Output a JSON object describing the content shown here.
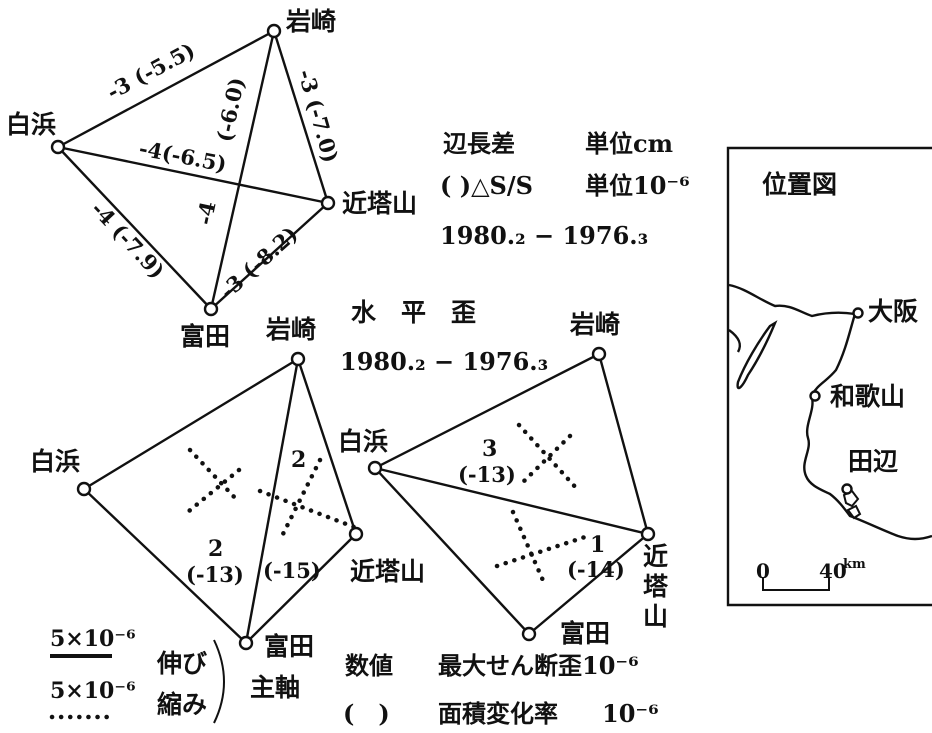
{
  "top_network": {
    "stations": {
      "iwasaki": "岩崎",
      "shirahama": "白浜",
      "kintozan": "近塔山",
      "tonda": "富田"
    },
    "edges": {
      "shirahama_iwasaki": "-3 (-5.5)",
      "iwasaki_kintozan": "-3 (-7.0)",
      "shirahama_kintozan": "-4(-6.5)",
      "tonda_iwasaki": "(-6.0)",
      "tonda_iwasaki_diff": "-4",
      "shirahama_tonda": "-4 (-7.9)",
      "tonda_kintozan": "-3 (-8.2)"
    }
  },
  "legend_top": {
    "row1_label": "辺長差",
    "row1_unit": "単位cm",
    "row2_label": "( )△S/S",
    "row2_unit": "単位10⁻⁶",
    "period": "1980.₂ − 1976.₃"
  },
  "strain_section": {
    "title": "水　平　歪",
    "period": "1980.₂ − 1976.₃"
  },
  "left_triangle": {
    "stations": {
      "iwasaki": "岩崎",
      "shirahama": "白浜",
      "kintozan": "近塔山",
      "tonda": "富田",
      "tonda_sub": "主軸"
    },
    "value_a": "2",
    "value_a_paren": "(-13)",
    "value_b": "2",
    "value_b_paren": "(-15)"
  },
  "right_triangle": {
    "stations": {
      "iwasaki": "岩崎",
      "shirahama": "白浜",
      "kintozan_1": "近",
      "kintozan_2": "塔",
      "kintozan_3": "山",
      "tonda": "富田"
    },
    "value_a": "3",
    "value_a_paren": "(-13)",
    "value_b": "1",
    "value_b_paren": "(-14)"
  },
  "scale_legend": {
    "ext_scale": "5×10⁻⁶",
    "cmp_scale": "5×10⁻⁶",
    "extension": "伸び",
    "compression": "縮み"
  },
  "value_legend": {
    "numbers_label": "数値",
    "numbers_desc": "最大せん断歪10⁻⁶",
    "paren_label": "(　)",
    "paren_desc": "面積変化率",
    "paren_unit": "10⁻⁶"
  },
  "location_map": {
    "title": "位置図",
    "cities": {
      "osaka": "大阪",
      "wakayama": "和歌山",
      "tanabe": "田辺"
    },
    "scale_zero": "0",
    "scale_forty": "40",
    "scale_unit": "km"
  }
}
